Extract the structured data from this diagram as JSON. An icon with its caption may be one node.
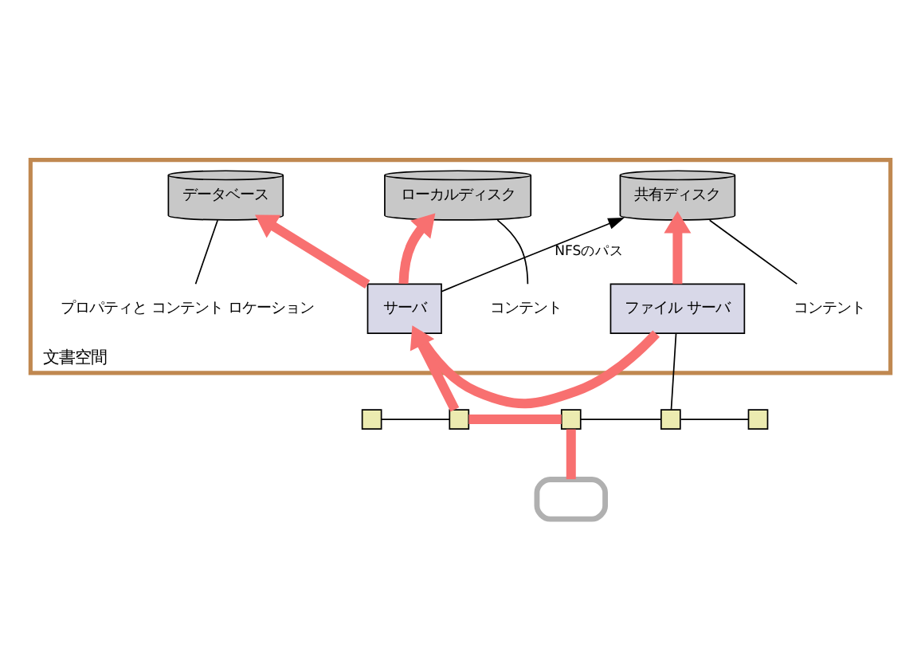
{
  "diagram": {
    "nodes": [
      {
        "text": [
          "文書空間"
        ]
      },
      {
        "text": [
          "データベース"
        ],
        "in": 0
      },
      {
        "text": [
          "ローカルディスク"
        ],
        "in": 0
      },
      {
        "text": [
          "共有ディスク"
        ],
        "in": 0
      },
      {
        "text": [
          "サーバ"
        ],
        "in": 0
      },
      {
        "text": [
          "ファイル サーバ"
        ],
        "in": 0
      },
      {
        "text": [
          "プロパティと コンテント ロケーション"
        ],
        "in": 0
      },
      {
        "text": [
          "コンテント"
        ],
        "in": 0
      },
      {
        "text": [
          "コンテント"
        ],
        "in": 0
      },
      {
        "text": [],
        "shape": "box"
      },
      {
        "text": [],
        "shape": "box"
      },
      {
        "text": [],
        "shape": "box"
      },
      {
        "text": [],
        "shape": "box"
      },
      {
        "text": [],
        "shape": "box"
      },
      {
        "text": [],
        "shape": "box"
      }
    ],
    "edges": [
      {
        "from": 4,
        "to": 1,
        "arrow": "to",
        "style": "thick",
        "color": "#f87070"
      },
      {
        "from": 4,
        "to": 2,
        "arrow": "to",
        "style": "thick",
        "color": "#f87070"
      },
      {
        "from": 4,
        "to": 5,
        "arrow": "none",
        "style": "thick",
        "color": "#f87070"
      },
      {
        "from": 5,
        "to": 3,
        "arrow": "to",
        "style": "thick",
        "color": "#f87070"
      },
      {
        "from": 4,
        "to": 3,
        "arrow": "to",
        "label": "NFSのパス"
      },
      {
        "from": 6,
        "to": 1,
        "arrow": "none"
      },
      {
        "from": 7,
        "to": 2,
        "arrow": "none"
      },
      {
        "from": 8,
        "to": 3,
        "arrow": "none"
      },
      {
        "from": 10,
        "to": 4,
        "arrow": "to",
        "style": "thick",
        "color": "#f87070"
      },
      {
        "from": 10,
        "to": 11,
        "arrow": "none",
        "style": "thick",
        "color": "#f87070"
      },
      {
        "from": 11,
        "to": 14,
        "arrow": "none",
        "style": "thick",
        "color": "#f87070"
      },
      {
        "from": 9,
        "to": 10,
        "arrow": "none"
      },
      {
        "from": 11,
        "to": 12,
        "arrow": "none"
      },
      {
        "from": 12,
        "to": 13,
        "arrow": "none"
      },
      {
        "from": 12,
        "to": 5,
        "arrow": "none"
      }
    ]
  }
}
